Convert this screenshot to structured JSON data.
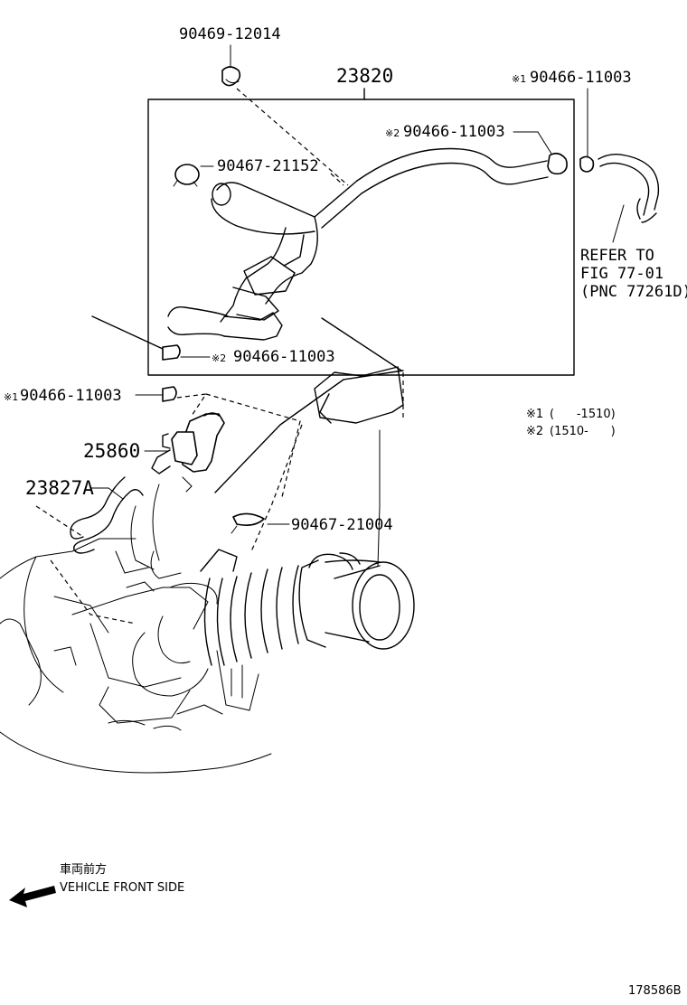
{
  "parts": {
    "hose_assy": "23820",
    "clip_top": "90469-12014",
    "clamp_top_right": "90466-11003",
    "clamp_top_right_mark": "※1",
    "clamp_upper_mid": "90466-11003",
    "clamp_upper_mid_mark": "※2",
    "band_upper": "90467-21152",
    "clamp_lower_box": "90466-11003",
    "clamp_lower_box_mark": "※2",
    "clamp_left": "90466-11003",
    "clamp_left_mark": "※1",
    "vsv": "25860",
    "hose_lower": "23827A",
    "band_lower": "90467-21004"
  },
  "refer": {
    "line1": "REFER TO",
    "line2": "FIG 77-01",
    "line3": "(PNC 77261D)"
  },
  "notes": {
    "note1_mark": "※1",
    "note1_text": "(      -1510)",
    "note2_mark": "※2",
    "note2_text": "(1510-      )"
  },
  "direction": {
    "label_jp": "車両前方",
    "label_en": "VEHICLE FRONT SIDE"
  },
  "figure_id": "178586B"
}
